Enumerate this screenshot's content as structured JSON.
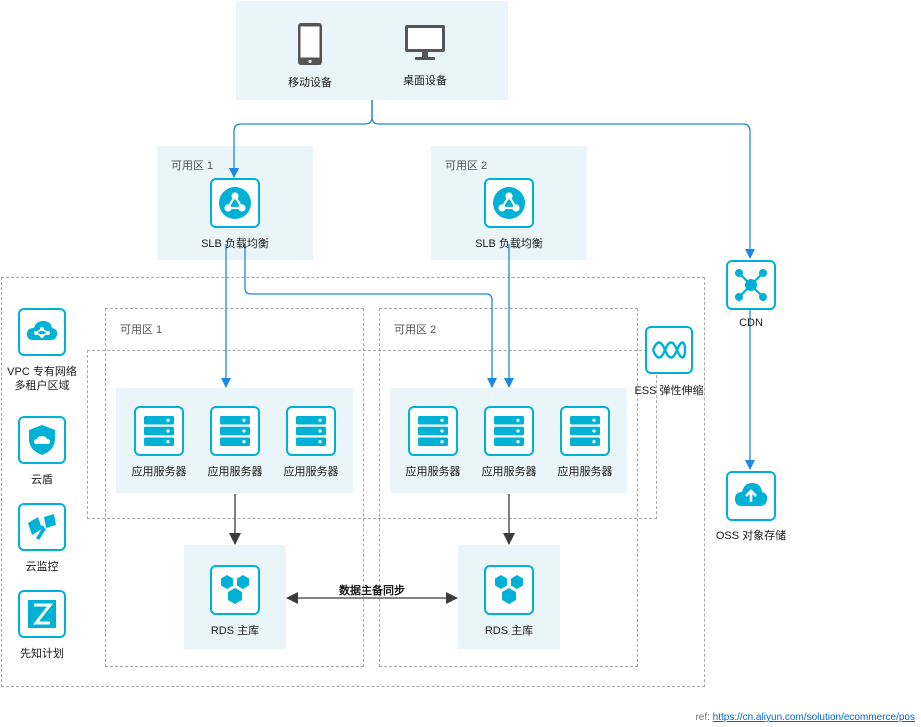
{
  "clients": {
    "mobile_label": "移动设备",
    "desktop_label": "桌面设备"
  },
  "lb_zones": [
    {
      "zone_label": "可用区 1",
      "slb_label": "SLB 负载均衡"
    },
    {
      "zone_label": "可用区 2",
      "slb_label": "SLB 负载均衡"
    }
  ],
  "vpc": {
    "label_line1": "VPC 专有网络",
    "label_line2": "多租户区域"
  },
  "security_tools": [
    {
      "label": "云盾",
      "icon": "shield-icon"
    },
    {
      "label": "云监控",
      "icon": "monitor-gauge-icon"
    },
    {
      "label": "先知计划",
      "icon": "xianzhi-icon"
    }
  ],
  "app_zones": [
    {
      "zone_label": "可用区 1",
      "servers": [
        "应用服务器",
        "应用服务器",
        "应用服务器"
      ],
      "db_label": "RDS 主库"
    },
    {
      "zone_label": "可用区 2",
      "servers": [
        "应用服务器",
        "应用服务器",
        "应用服务器"
      ],
      "db_label": "RDS 主库"
    }
  ],
  "ess": {
    "label": "ESS 弹性伸缩",
    "icon": "elastic-scaling-icon"
  },
  "cdn": {
    "label": "CDN",
    "icon": "cdn-icon"
  },
  "oss": {
    "label": "OSS 对象存储",
    "icon": "cloud-upload-icon"
  },
  "sync_label": "数据主备同步",
  "reference": {
    "prefix": "ref:",
    "url": "https://cn.aliyun.com/solution/ecommerce/pos"
  },
  "colors": {
    "accent": "#00b1d6",
    "arrow_blue": "#1e88e5",
    "arrow_dark": "#3c3c3c",
    "panel": "#e9f5f9",
    "dashed_border": "#a6a6a6"
  }
}
